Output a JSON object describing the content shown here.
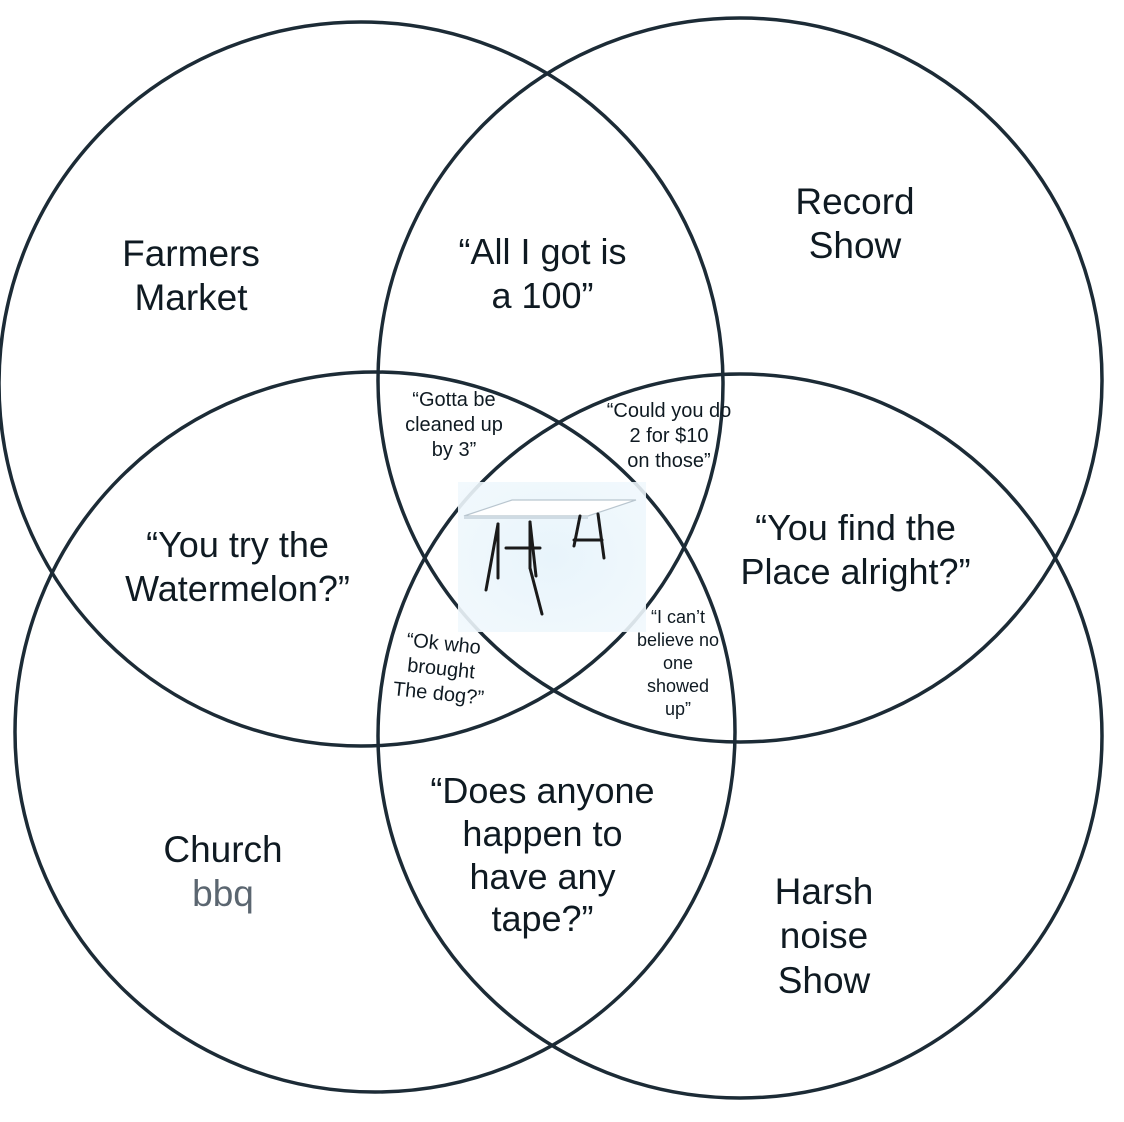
{
  "regions": {
    "farmers_market": [
      "Farmers",
      "Market"
    ],
    "record_show": [
      "Record",
      "Show"
    ],
    "church_bbq": [
      "Church",
      "bbq"
    ],
    "harsh_noise_show": [
      "Harsh",
      "noise",
      "Show"
    ],
    "top_overlap": [
      "“All I got is",
      "a 100”"
    ],
    "left_overlap": [
      "“You try the",
      "Watermelon?”"
    ],
    "right_overlap": [
      "“You find the",
      "Place alright?”"
    ],
    "bottom_overlap": [
      "“Does anyone",
      "happen to",
      "have any",
      "tape?”"
    ],
    "upper_left_triple": [
      "“Gotta be",
      "cleaned up",
      "by 3”"
    ],
    "upper_right_triple": [
      "“Could you do",
      "2 for $10",
      "on those”"
    ],
    "lower_left_triple": [
      "“Ok who",
      "brought",
      "The dog?”"
    ],
    "lower_right_triple": [
      "“I can’t",
      "believe no",
      "one",
      "showed",
      "up”"
    ]
  },
  "center_image": "folding-table-icon",
  "colors": {
    "stroke": "#1c2b36",
    "center_fill": "#e8f4fb"
  }
}
